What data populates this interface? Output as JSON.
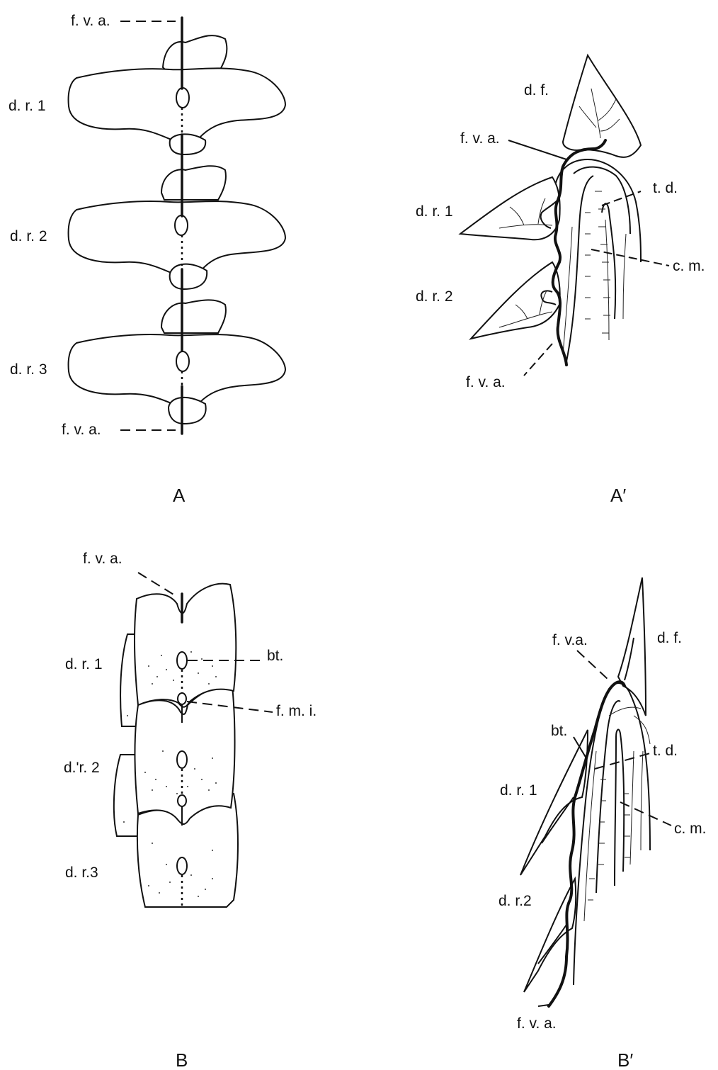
{
  "panels": {
    "A": {
      "panel_label": "A",
      "labels": {
        "fva_top": "f. v. a.",
        "dr1": "d. r. 1",
        "dr2": "d. r. 2",
        "dr3": "d. r. 3",
        "fva_bottom": "f. v. a."
      }
    },
    "A_prime": {
      "panel_label": "A′",
      "labels": {
        "df": "d. f.",
        "fva_top": "f. v. a.",
        "td": "t. d.",
        "dr1": "d. r. 1",
        "cm": "c. m.",
        "dr2": "d. r. 2",
        "fva_bottom": "f. v. a."
      }
    },
    "B": {
      "panel_label": "B",
      "labels": {
        "fva": "f. v. a.",
        "dr1": "d. r. 1",
        "bt": "bt.",
        "fmi": "f. m. i.",
        "dr2": "d.'r. 2",
        "dr3": "d. r.3"
      }
    },
    "B_prime": {
      "panel_label": "B′",
      "labels": {
        "fva_top": "f. v.a.",
        "df": "d. f.",
        "bt": "bt.",
        "td": "t. d.",
        "dr1": "d. r. 1",
        "cm": "c. m.",
        "dr2": "d. r.2",
        "fva_bottom": "f. v. a."
      }
    }
  }
}
